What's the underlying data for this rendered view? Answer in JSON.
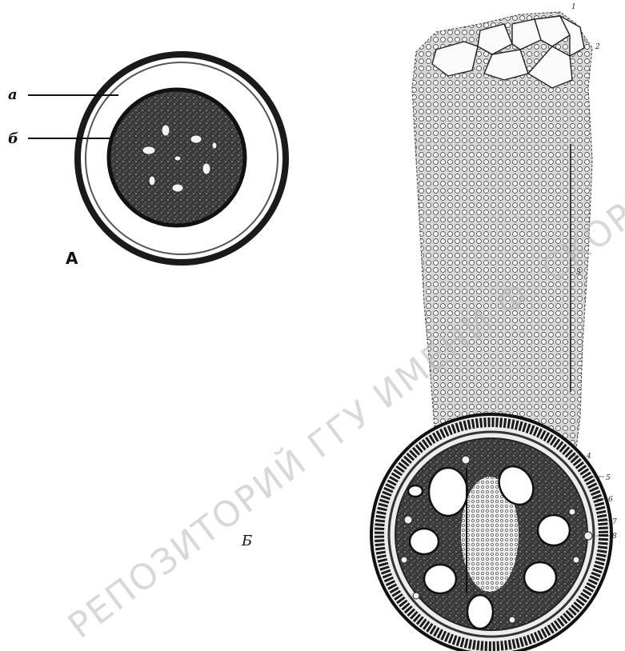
{
  "figure": {
    "panel_a_label": "А",
    "panel_b_label": "Б",
    "panel_a_callouts": [
      "а",
      "б"
    ],
    "panel_b_callouts": [
      "1",
      "2",
      "3",
      "4",
      "5",
      "6",
      "7",
      "8"
    ]
  },
  "watermark": {
    "text": "РЕПОЗИТОРИЙ ГГУ ИМЕНИ Ф. СКОРИНЫ"
  },
  "colors": {
    "ink": "#1a1a1a",
    "paper": "#ffffff",
    "stele_fill": "#3c3c3c",
    "watermark": "#b9b9b9"
  }
}
